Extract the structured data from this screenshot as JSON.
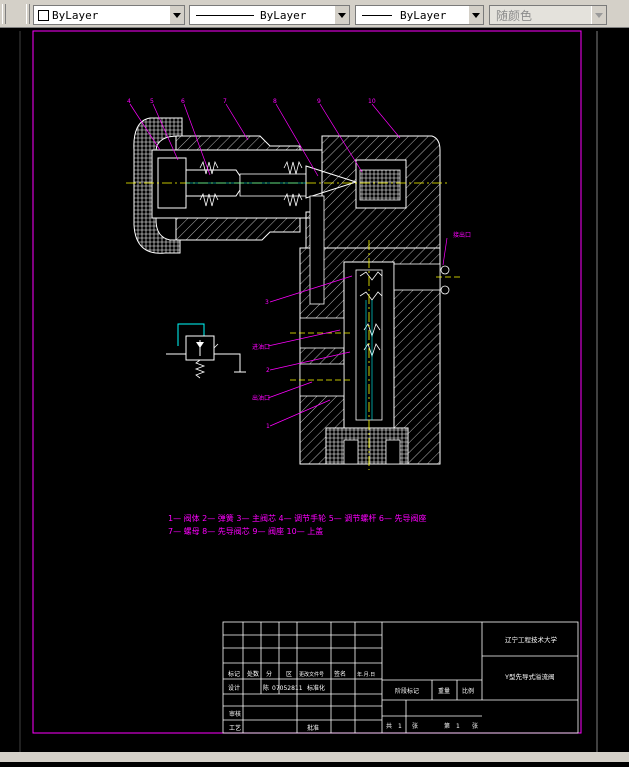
{
  "toolbar": {
    "color_combo": {
      "value": "ByLayer"
    },
    "linetype_combo": {
      "value": "ByLayer"
    },
    "lineweight_combo": {
      "value": "ByLayer"
    },
    "plotstyle_combo": {
      "value": "随颜色"
    }
  },
  "drawing": {
    "part_numbers": [
      "4",
      "5",
      "6",
      "7",
      "8",
      "9",
      "10"
    ],
    "side_labels": {
      "right": "接出口",
      "inlet": "进油口",
      "outlet": "出油口"
    },
    "left_numbers": [
      "3",
      "2",
      "1"
    ],
    "legend_line1": "1— 阀体 2— 弹簧 3— 主阀芯 4— 调节手轮 5— 调节螺杆 6— 先导阀座",
    "legend_line2": "7— 螺母 8— 先导阀芯 9— 阀座 10— 上盖"
  },
  "title_block": {
    "school": "辽宁工程技术大学",
    "drawing_title": "Y型先导式溢流阀",
    "row_mark": [
      "标记",
      "处数",
      "分",
      "区",
      "更改文件号",
      "签名",
      "年.月.日"
    ],
    "row_design": [
      "设计",
      "陈",
      "07052811",
      "标准化"
    ],
    "row_review": "审核",
    "row_process": [
      "工艺",
      "批准"
    ],
    "stage_labels": [
      "阶段标记",
      "重量",
      "比例"
    ],
    "sheet_info": [
      "共",
      "1",
      "张",
      "第",
      "1",
      "张"
    ]
  },
  "colors": {
    "background": "#000000",
    "frame": "#ff00ff",
    "geometry": "#ffffff",
    "centerline": "#ffff00",
    "label": "#ff00ff",
    "hydraulic": "#00ffff"
  }
}
